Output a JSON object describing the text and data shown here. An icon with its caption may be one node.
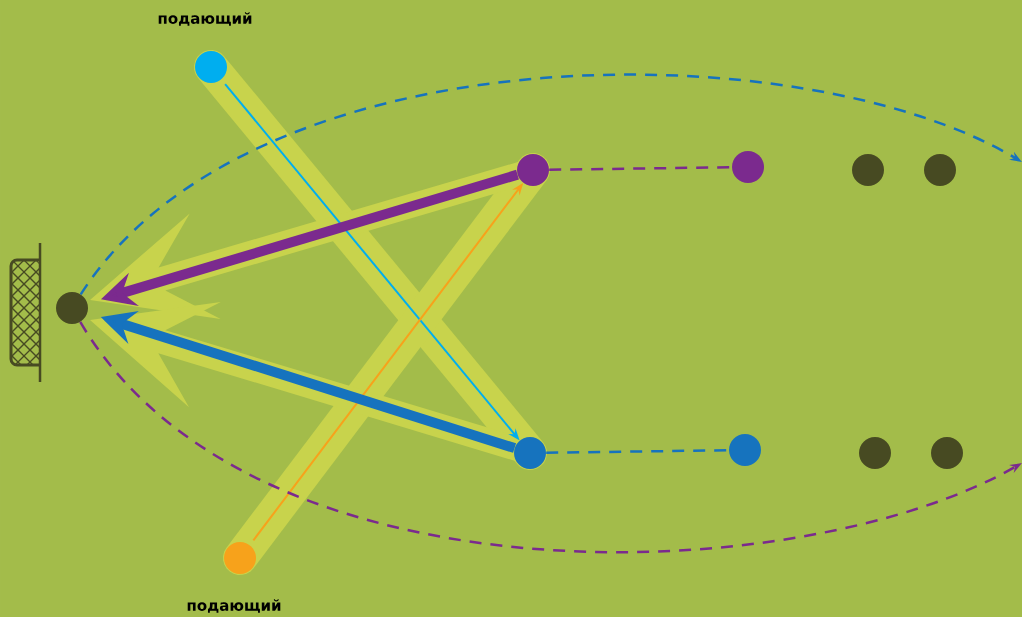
{
  "diagram": {
    "nodes": [
      {
        "text": [],
        "shape": "circle",
        "beside": [
          "подающий"
        ]
      },
      {
        "text": [],
        "shape": "circle"
      },
      {
        "text": [],
        "shape": "circle"
      },
      {
        "text": [],
        "shape": "circle"
      },
      {
        "text": [],
        "shape": "circle"
      },
      {
        "text": [],
        "shape": "circle"
      },
      {
        "text": [],
        "shape": "circle"
      },
      {
        "text": [],
        "shape": "circle"
      },
      {
        "text": [],
        "shape": "circle"
      },
      {
        "text": [],
        "shape": "circle"
      },
      {
        "text": [],
        "shape": "circle",
        "beside": [
          "подающий"
        ]
      }
    ],
    "edges": [
      {
        "from": 0,
        "to": 6,
        "arrow": "to",
        "color": "#00aeef"
      },
      {
        "from": 10,
        "to": 1,
        "arrow": "to",
        "color": "#f7a21b"
      },
      {
        "from": 1,
        "to": 5,
        "arrow": "to",
        "style": "thick",
        "color": "#7b2a8e"
      },
      {
        "from": 6,
        "to": 5,
        "arrow": "to",
        "style": "thick",
        "color": "#1673be"
      },
      {
        "from": 1,
        "to": 2,
        "arrow": "none",
        "style": "dashed",
        "color": "#7b2a8e"
      },
      {
        "from": 6,
        "to": 7,
        "arrow": "none",
        "style": "dashed",
        "color": "#1673be"
      },
      {
        "from": 5,
        "to": null,
        "arrow": "to",
        "style": "dashed",
        "color": "#1673be"
      },
      {
        "from": 5,
        "to": null,
        "arrow": "to",
        "style": "dashed",
        "color": "#7b2a8e"
      }
    ]
  }
}
